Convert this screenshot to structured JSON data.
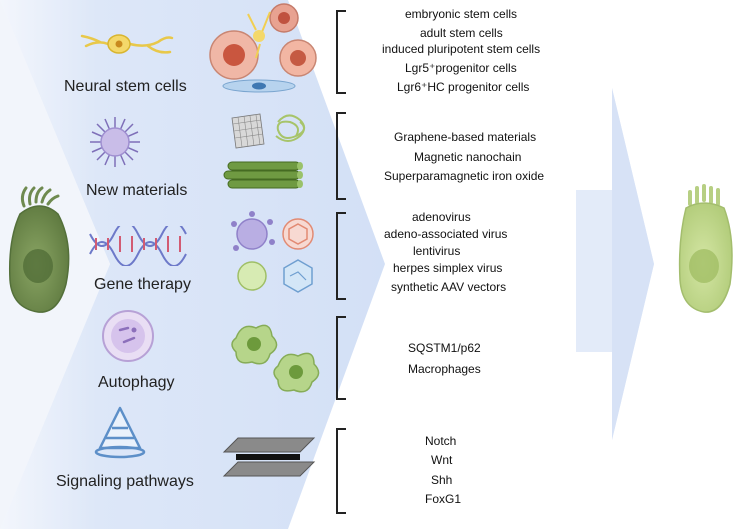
{
  "categories": [
    {
      "label": "Neural stem cells",
      "items": [
        "embryonic stem cells",
        "adult stem cells",
        "induced pluripotent stem cells",
        "Lgr5⁺progenitor cells",
        "Lgr6⁺HC progenitor cells"
      ]
    },
    {
      "label": "New materials",
      "items": [
        "Graphene-based materials",
        "Magnetic nanochain",
        "Superparamagnetic iron oxide"
      ]
    },
    {
      "label": "Gene therapy",
      "items": [
        "adenovirus",
        "adeno-associated virus",
        "lentivirus",
        "herpes simplex virus",
        "synthetic AAV vectors"
      ]
    },
    {
      "label": "Autophagy",
      "items": [
        "SQSTM1/p62",
        "Macrophages"
      ]
    },
    {
      "label": "Signaling pathways",
      "items": [
        "Notch",
        "Wnt",
        "Shh",
        "FoxG1"
      ]
    }
  ],
  "colors": {
    "background_band": "#dbe6f8",
    "arrow": "#e4ecfa",
    "damaged_cell": "#6d8a4e",
    "healthy_cell": "#c5da93",
    "bracket": "#222222"
  },
  "icons": [
    "neuron-icon",
    "stem-cells-icon",
    "nanoparticle-icon",
    "graphene-sheet-icon",
    "nanotube-bundle-icon",
    "dna-helix-icon",
    "virus-icon",
    "cell-icon",
    "macrophage-icon",
    "cone-icon",
    "pathway-plates-icon",
    "damaged-hair-cell-icon",
    "healthy-hair-cell-icon"
  ]
}
